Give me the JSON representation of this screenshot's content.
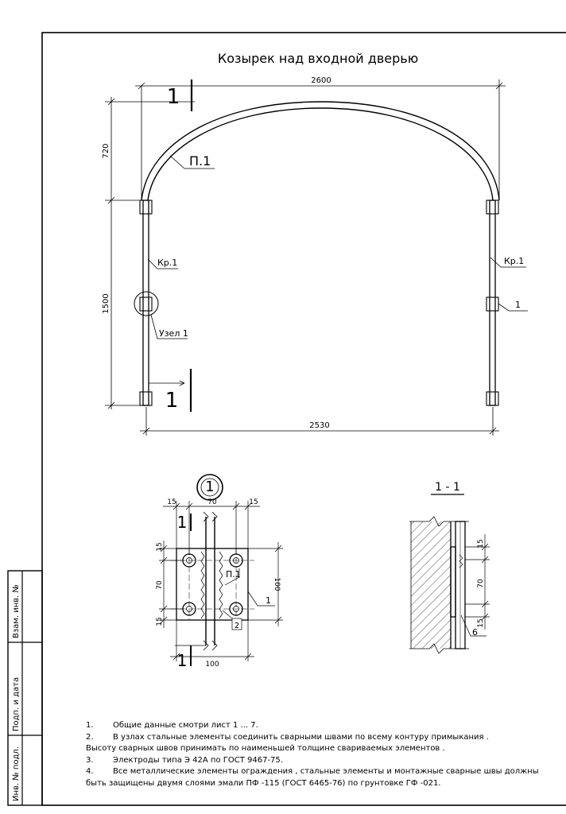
{
  "drawing": {
    "title": "Козырек над входной дверью",
    "dims": {
      "top_width": "2600",
      "bottom_width": "2530",
      "arch_height": "720",
      "post_height": "1500"
    },
    "labels": {
      "arch_profile": "П.1",
      "post_left": "Кр.1",
      "post_right": "Кр.1",
      "plate_right": "1",
      "node": "Узел 1",
      "cut_top": "1",
      "cut_bottom": "1"
    }
  },
  "node_detail": {
    "marker": "1",
    "dims": {
      "left_offset": "15",
      "width_top": "70",
      "right_offset": "15",
      "v_top": "15",
      "v_mid": "70",
      "v_bottom": "15",
      "height": "100",
      "width_bottom": "100"
    },
    "labels": {
      "profile": "П.1",
      "plate": "1",
      "weld": "2",
      "cut_top": "1",
      "cut_bottom": "1"
    }
  },
  "section": {
    "title": "1 - 1",
    "dims": {
      "top": "15",
      "mid": "70",
      "bottom": "15"
    },
    "labels": {
      "anchor": "6"
    }
  },
  "notes": [
    {
      "n": "1.",
      "text": "Общие данные смотри лист  1 ... 7."
    },
    {
      "n": "2.",
      "text": "В узлах стальные элементы соединить сварными швами по всему контуру примыкания  ."
    },
    {
      "n": "",
      "text": "Высоту сварных швов принимать по наименьшей толщине свариваемых элементов  ."
    },
    {
      "n": "3.",
      "text": "Электроды типа Э 42А по ГОСТ  9467-75."
    },
    {
      "n": "4.",
      "text": "Все металлические элементы ограждения , стальные элементы и монтажные сварные швы должны"
    },
    {
      "n": "",
      "text": "быть защищены двумя слоями эмали ПФ -115 (ГОСТ 6465-76) по  грунтовке ГФ -021."
    }
  ],
  "stamp": {
    "col1": "Инв. № подл.",
    "col2": "Подп. и дата",
    "col3": "Взам. инв. №"
  }
}
